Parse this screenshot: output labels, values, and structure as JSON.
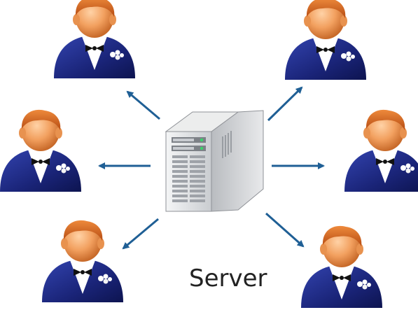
{
  "diagram": {
    "server_label": "Server",
    "server_icon": "server-tower-icon",
    "user_icon": "user-tuxedo-icon",
    "arrow_direction": "server-to-users",
    "user_count": 6,
    "colors": {
      "arrow": "#1f5f95",
      "suit": "#1c2b86",
      "skin": "#f0a266",
      "hair": "#d8651f",
      "server_body": "#d8dadc"
    }
  }
}
